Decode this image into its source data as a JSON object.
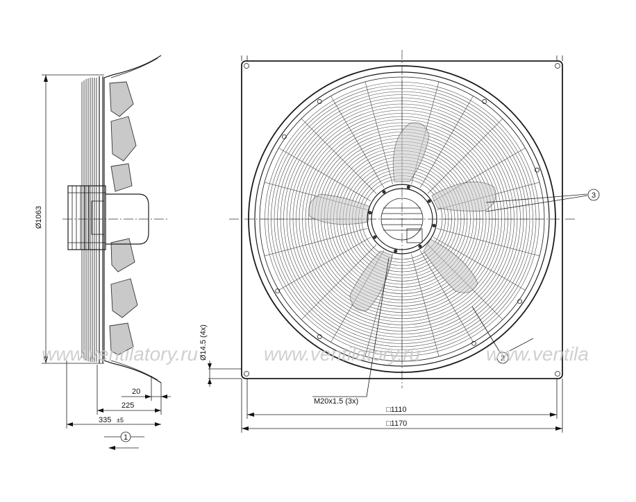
{
  "dimensions": {
    "diameter": "Ø1063",
    "depth_20": "20",
    "depth_225": "225",
    "depth_335": "335",
    "depth_335_tol": "±5",
    "frame_1110": "□1110",
    "frame_1170": "□1170",
    "thread": "M20x1.5 (3x)",
    "hole": "Ø14.5 (4x)"
  },
  "callouts": {
    "c1": "1",
    "c2": "2",
    "c3": "3"
  },
  "watermark": {
    "w1": "www.ventilatory.ru",
    "w2": "www.ventilatory.ru",
    "w3": "www.ventila"
  },
  "colors": {
    "line": "#1a1a1a",
    "blade_fill": "#c9c9c9",
    "watermark": "#c8c8c8"
  }
}
